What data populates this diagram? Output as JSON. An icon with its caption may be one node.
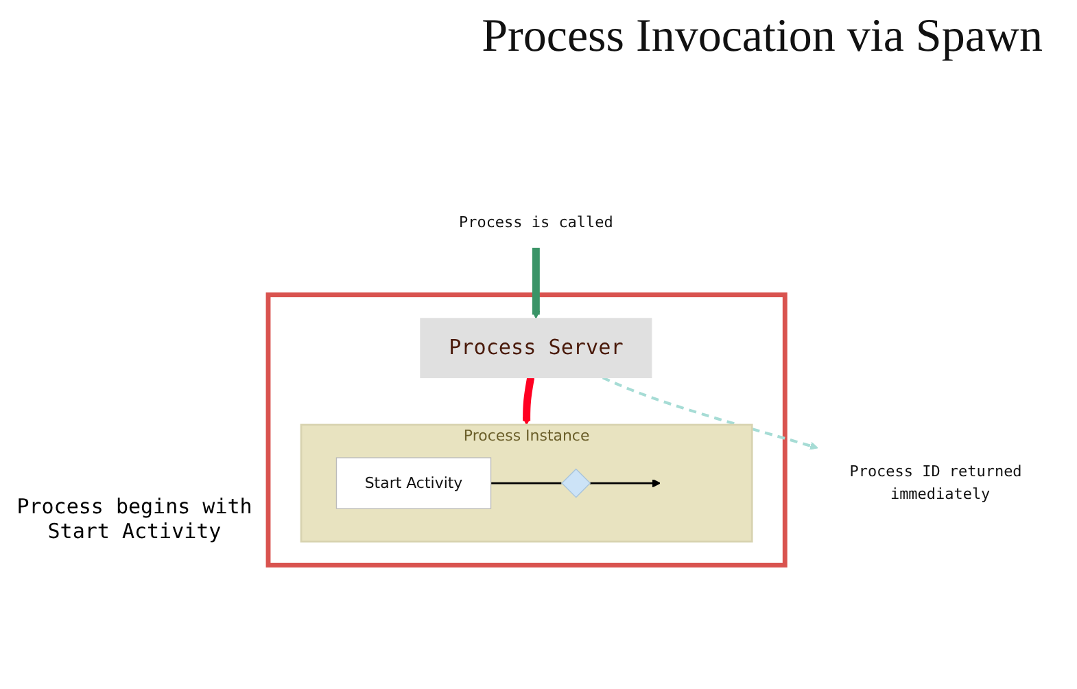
{
  "diagram": {
    "title": "Process Invocation via Spawn",
    "nodes": [
      {
        "text": [],
        "shape": "box"
      },
      {
        "text": [
          "Process is called"
        ]
      },
      {
        "text": [
          "Process Server"
        ],
        "in": 0
      },
      {
        "text": [
          "Process ID returned immediately"
        ]
      },
      {
        "text": [
          "Process Instance"
        ],
        "in": 0
      },
      {
        "text": [
          "Start Activity"
        ],
        "in": 4
      },
      {
        "text": [],
        "shape": "diamond",
        "in": 4
      }
    ],
    "edges": [
      {
        "from": 1,
        "to": 2,
        "arrow": "to",
        "style": "thick",
        "color": "#3a9467"
      },
      {
        "from": 2,
        "to": 3,
        "arrow": "to",
        "style": "dashed",
        "color": "#a6dcd5"
      },
      {
        "from": 2,
        "to": 4,
        "arrow": "to",
        "style": "thick",
        "color": "#ff0022"
      },
      {
        "from": 5,
        "to": 6,
        "arrow": "none"
      },
      {
        "from": 6,
        "to": null,
        "arrow": "to"
      }
    ],
    "labels": [
      "Process begins with Start Activity"
    ]
  }
}
